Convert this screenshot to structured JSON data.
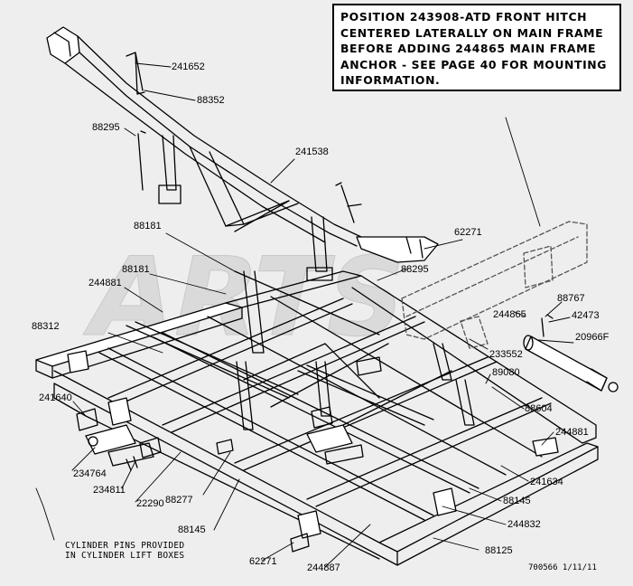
{
  "note": {
    "lines": [
      "POSITION 243908-ATD FRONT HITCH",
      "CENTERED LATERALLY ON MAIN FRAME",
      "BEFORE ADDING 244865 MAIN FRAME",
      "ANCHOR - SEE PAGE 40 FOR MOUNTING",
      "INFORMATION."
    ]
  },
  "labels": {
    "p241652": "241652",
    "p88352": "88352",
    "p88295_top": "88295",
    "p241538": "241538",
    "p88181_a": "88181",
    "p62271_top": "62271",
    "p88181_b": "88181",
    "p88295_mid": "88295",
    "p244881_left": "244881",
    "p88767": "88767",
    "p244865": "244865",
    "p42473": "42473",
    "p88312": "88312",
    "p20966F": "20966F",
    "p233552": "233552",
    "p89080": "89080",
    "p241640": "241640",
    "p88604": "88604",
    "p244881_right": "244881",
    "p241634": "241634",
    "p234764": "234764",
    "p234811": "234811",
    "p22290": "22290",
    "p88277": "88277",
    "p88145_right": "88145",
    "p88145_left": "88145",
    "p244832": "244832",
    "p88125": "88125",
    "p62271_bottom": "62271",
    "p244887": "244887"
  },
  "footnote": {
    "line1": "CYLINDER PINS PROVIDED",
    "line2": "IN CYLINDER LIFT BOXES"
  },
  "drawing_id": "700566  1/11/11",
  "watermark": "ARTS"
}
